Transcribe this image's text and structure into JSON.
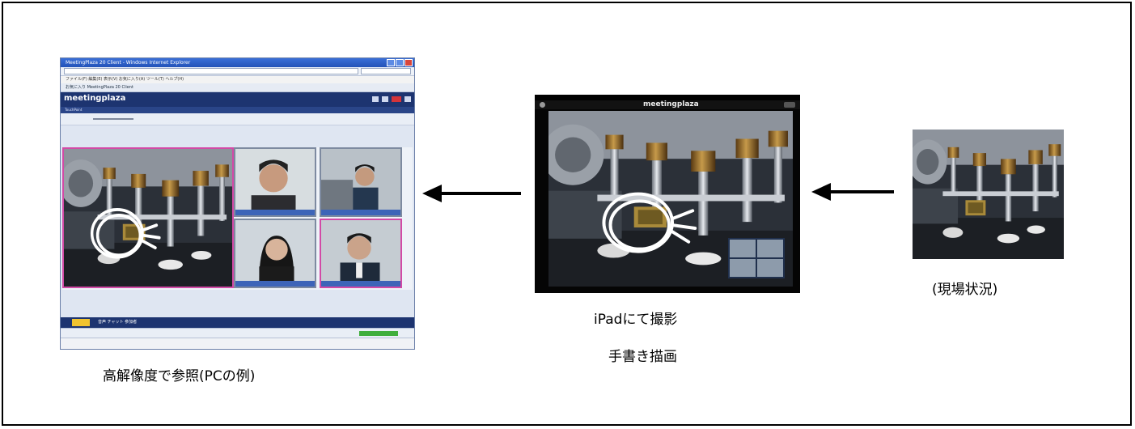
{
  "labels": {
    "pc_caption": "高解像度で参照(PCの例)",
    "ipad_caption_line1": "iPadにて撮影",
    "ipad_caption_line2": "手書き描画",
    "site_caption": "(現場状況)"
  },
  "pc_window": {
    "title": "MeetingPlaza 20 Client - Windows Internet Explorer",
    "menu": "ファイル(F)  編集(E)  表示(V)  お気に入り(A)  ツール(T)  ヘルプ(H)",
    "tab": "お気に入り   MeetingPlaza 20 Client",
    "app_logo": "meetingplaza",
    "sub_label": "TouchPoint",
    "footer_text": "音声   チャット   参加者"
  },
  "ipad": {
    "app_logo": "meetingplaza"
  },
  "icons": {
    "arrow_left": "arrow-left-icon",
    "settings": "gear-icon",
    "close": "close-icon"
  },
  "colors": {
    "frame_border": "#000000",
    "highlight_border": "#d24aa6",
    "app_header": "#1d3470",
    "annotation_stroke": "#ffffff"
  }
}
